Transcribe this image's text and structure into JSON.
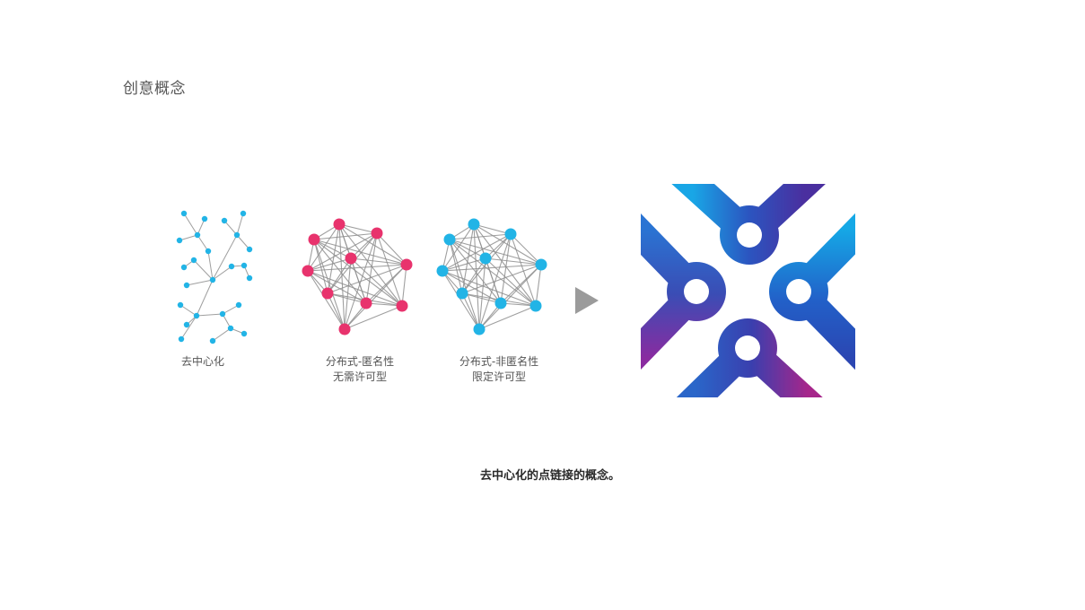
{
  "page": {
    "title": "创意概念"
  },
  "diagrams": [
    {
      "label_lines": [
        "去中心化"
      ]
    },
    {
      "label_lines": [
        "分布式-匿名性",
        "无需许可型"
      ]
    },
    {
      "label_lines": [
        "分布式-非匿名性",
        "限定许可型"
      ]
    }
  ],
  "caption": "去中心化的点链接的概念。",
  "colors": {
    "cyan_node": "#22b4e6",
    "pink_node": "#e8336d",
    "edge": "#8e8e8e",
    "arrow": "#9b9b9b",
    "title_text": "#555555",
    "caption_text": "#2a2a2a"
  },
  "icons": {
    "arrow": "play-arrow-icon",
    "logo": "decentralized-x-loop-logo"
  }
}
